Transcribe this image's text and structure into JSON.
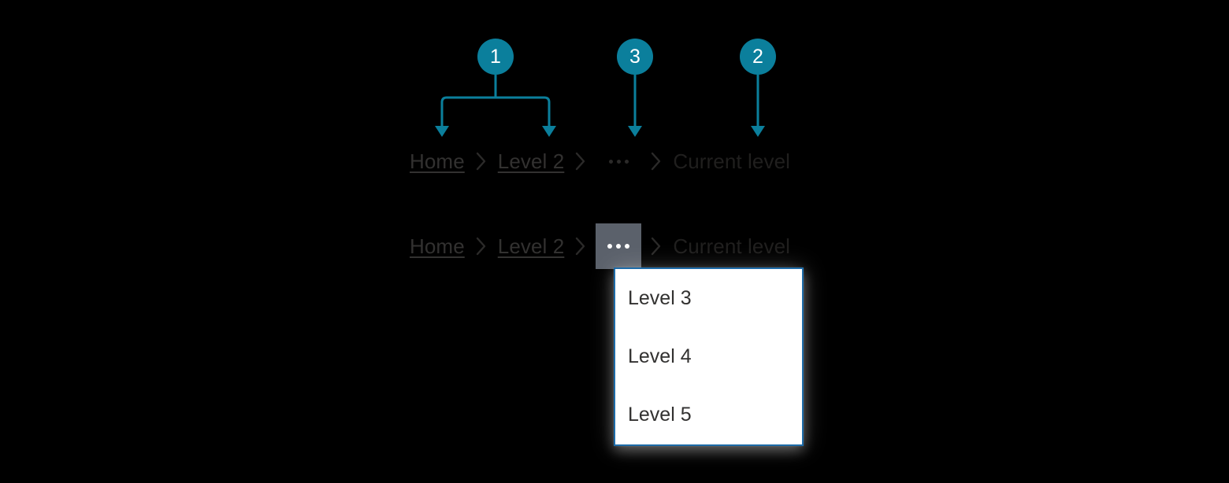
{
  "accents": {
    "callout_teal": "#0b7f9c",
    "flyout_border_blue": "#1d6ba8",
    "overflow_pressed_gray": "#5b616b",
    "text_primary": "#201f1e",
    "panel_background": "#ffffff",
    "page_background": "#000000"
  },
  "callouts": [
    {
      "number": "1",
      "label": "callout-1-breadcrumb-links"
    },
    {
      "number": "3",
      "label": "callout-3-overflow-button"
    },
    {
      "number": "2",
      "label": "callout-2-current-level"
    }
  ],
  "breadcrumb_top": {
    "items": [
      {
        "label": "Home",
        "type": "link"
      },
      {
        "label": "Level 2",
        "type": "link"
      },
      {
        "label": "...",
        "type": "overflow"
      },
      {
        "label": "Current level",
        "type": "current"
      }
    ],
    "separator_icon": "chevron-right-icon",
    "overflow_icon": "ellipsis-icon"
  },
  "breadcrumb_bottom": {
    "items": [
      {
        "label": "Home",
        "type": "link"
      },
      {
        "label": "Level 2",
        "type": "link"
      },
      {
        "label": "...",
        "type": "overflow"
      },
      {
        "label": "Current level",
        "type": "current"
      }
    ],
    "separator_icon": "chevron-right-icon",
    "overflow_icon": "ellipsis-icon"
  },
  "flyout": {
    "items": [
      {
        "label": "Level 3"
      },
      {
        "label": "Level 4"
      },
      {
        "label": "Level 5"
      }
    ]
  }
}
